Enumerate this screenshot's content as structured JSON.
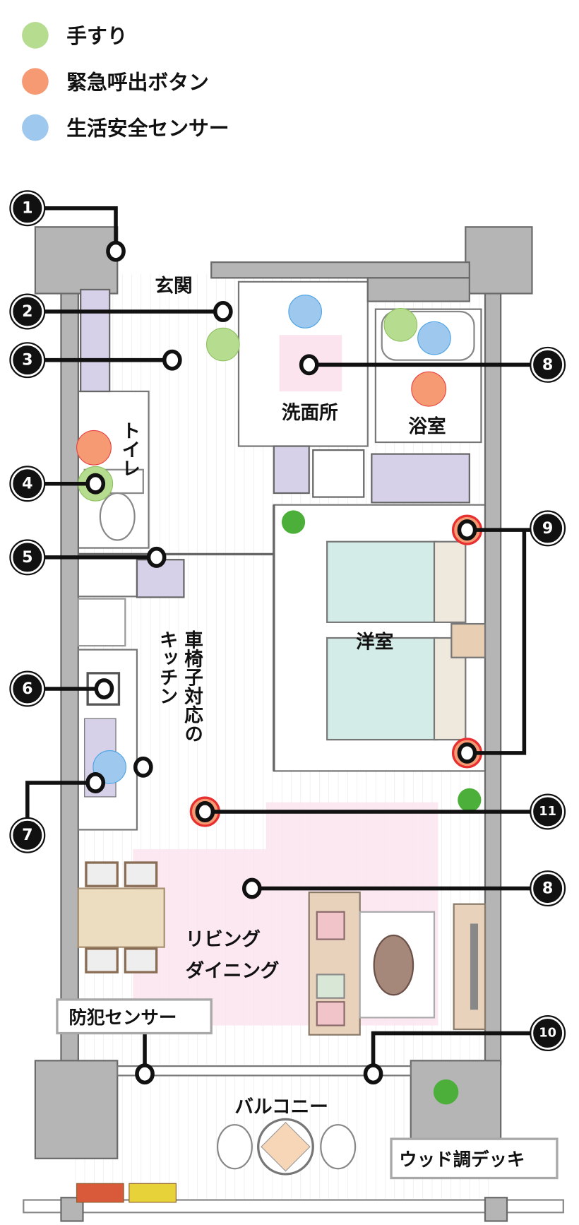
{
  "legend": [
    {
      "label": "手すり",
      "color": "#b6dc8f"
    },
    {
      "label": "緊急呼出ボタン",
      "color": "#f59a73"
    },
    {
      "label": "生活安全センサー",
      "color": "#9ec8ee"
    }
  ],
  "rooms": {
    "entrance": "玄関",
    "washroom": "洗面所",
    "bath": "浴室",
    "toilet": "トイレ",
    "bedroom": "洋室",
    "kitchen_line1": "車椅子対応の",
    "kitchen_line2": "キッチン",
    "living_line1": "リビング",
    "living_line2": "ダイニング",
    "balcony": "バルコニー"
  },
  "callouts": {
    "security_sensor": "防犯センサー",
    "wood_deck": "ウッド調デッキ"
  },
  "markers": [
    "1",
    "2",
    "3",
    "4",
    "5",
    "6",
    "7",
    "8",
    "9",
    "11",
    "8",
    "10"
  ]
}
